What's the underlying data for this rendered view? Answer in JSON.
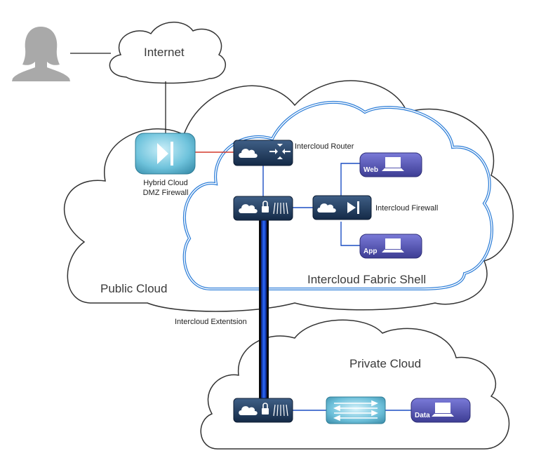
{
  "labels": {
    "internet": "Internet",
    "public_cloud": "Public Cloud",
    "intercloud_fabric_shell": "Intercloud Fabric Shell",
    "private_cloud": "Private Cloud",
    "hybrid_firewall_line1": "Hybrid Cloud",
    "hybrid_firewall_line2": "DMZ Firewall",
    "intercloud_router": "Intercloud Router",
    "intercloud_firewall": "Intercloud Firewall",
    "intercloud_extension": "Intercloud Extentsion"
  },
  "vms": {
    "web": "Web",
    "app": "App",
    "data": "Data"
  },
  "colors": {
    "cloud_outline": "#333333",
    "fabric_shell_outline": "#2f7fd8",
    "device_fill": "#1f3552",
    "vm_fill": "#5454a8",
    "firewall_teal": "#4aa8c4",
    "link_blue": "#1c4fc4",
    "dmz_link_red": "#d33a2c",
    "extension_cable": "#1a43d6"
  }
}
